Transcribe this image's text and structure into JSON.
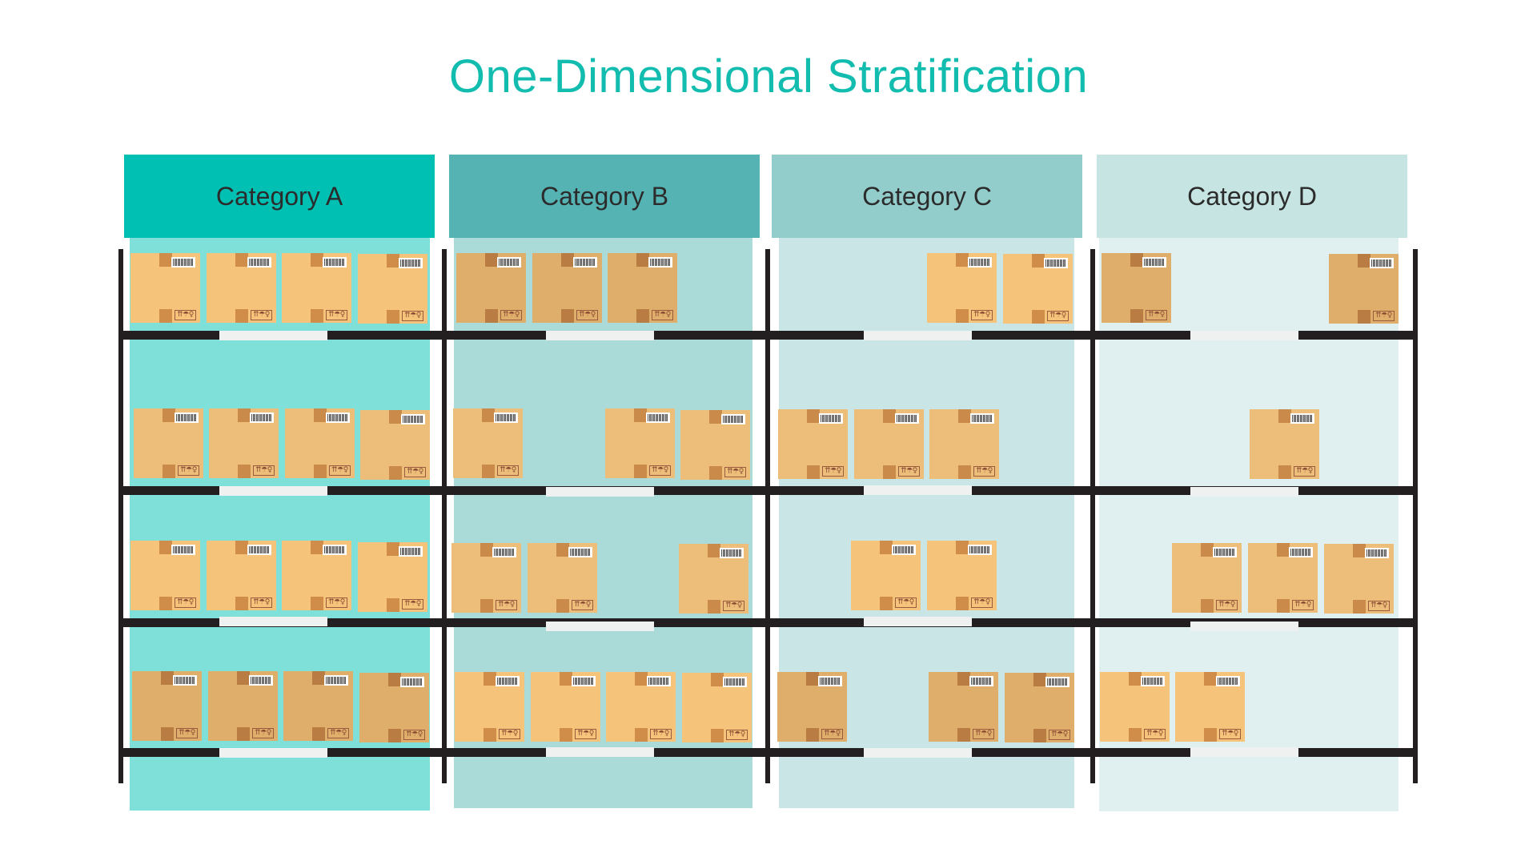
{
  "title": "One-Dimensional Stratification",
  "colors": {
    "title": "#12BDB0",
    "shelf": "#231F20",
    "insert": "#EFF1F0"
  },
  "categories": [
    {
      "label": "Category A",
      "header_color": "#00BFB3",
      "bin_color": "#7FE0DA"
    },
    {
      "label": "Category B",
      "header_color": "#56B3B3",
      "bin_color": "#AADBD8"
    },
    {
      "label": "Category C",
      "header_color": "#93CDCB",
      "bin_color": "#CAE5E5"
    },
    {
      "label": "Category D",
      "header_color": "#C5E4E2",
      "bin_color": "#E0EFEF"
    }
  ],
  "box_icons": {
    "barcode": "barcode-label",
    "handling": "⇈☂♀"
  },
  "shelves": [
    {
      "row": 1,
      "boxes": {
        "A": 4,
        "B": 3,
        "C": 2,
        "D": 2
      }
    },
    {
      "row": 2,
      "boxes": {
        "A": 4,
        "B": 3,
        "C": 3,
        "D": 1
      }
    },
    {
      "row": 3,
      "boxes": {
        "A": 4,
        "B": 3,
        "C": 2,
        "D": 3
      }
    },
    {
      "row": 4,
      "boxes": {
        "A": 4,
        "B": 4,
        "C": 3,
        "D": 2
      }
    }
  ]
}
